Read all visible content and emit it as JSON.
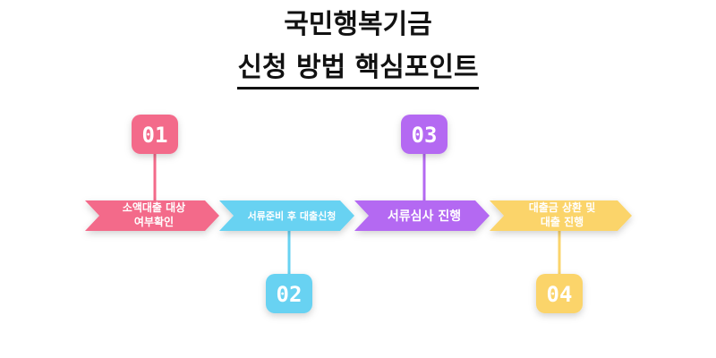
{
  "title": {
    "line1": "국민행복기금",
    "line2": "신청 방법 핵심포인트"
  },
  "steps": [
    {
      "number": "01",
      "lines": [
        "소액대출 대상",
        "여부확인"
      ],
      "color": "#f36a8a"
    },
    {
      "number": "02",
      "lines": [
        "서류준비 후 대출신청"
      ],
      "color": "#67d2f2"
    },
    {
      "number": "03",
      "lines": [
        "서류심사 진행"
      ],
      "color": "#b469f2"
    },
    {
      "number": "04",
      "lines": [
        "대출금 상환 및",
        "대출 진행"
      ],
      "color": "#fbd46b"
    }
  ]
}
